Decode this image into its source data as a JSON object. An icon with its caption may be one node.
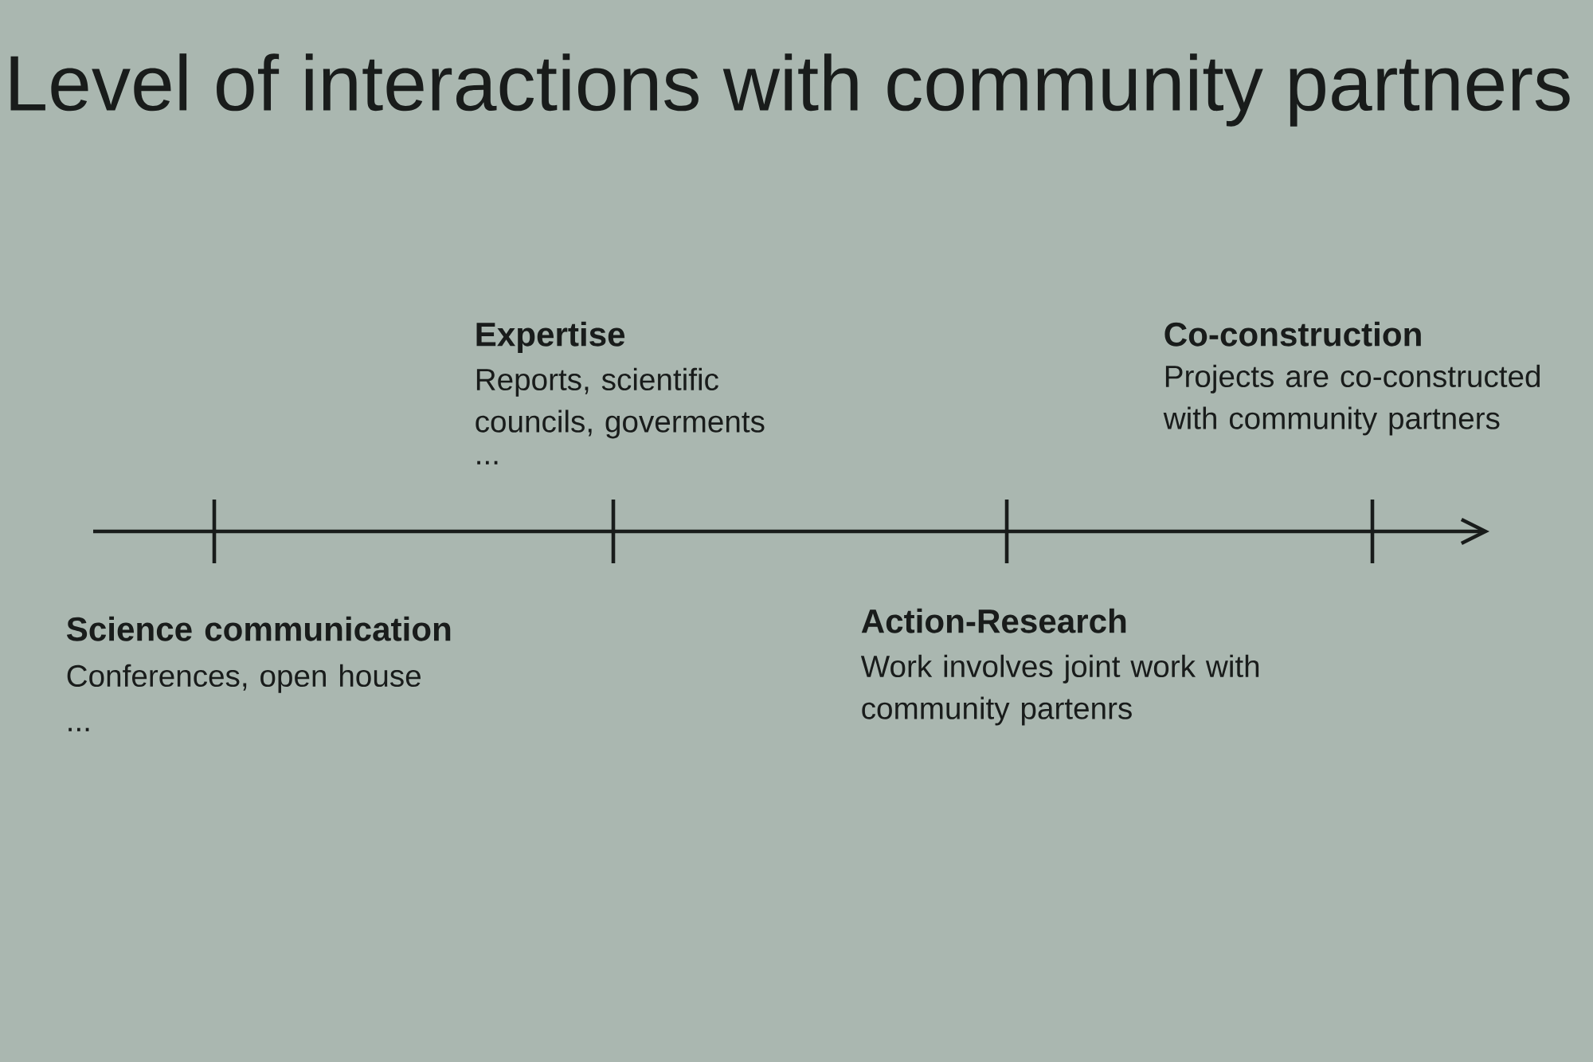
{
  "diagram": {
    "title": "Level of interactions with community partners",
    "labels": [
      "Expertise",
      "Reports, scientific councils, goverments",
      "...",
      "Co-construction",
      "Projects are co-constructed with community partners",
      "Science communication",
      "Conferences, open house",
      "...",
      "Action-Research",
      "Work involves joint work with community partenrs"
    ]
  }
}
